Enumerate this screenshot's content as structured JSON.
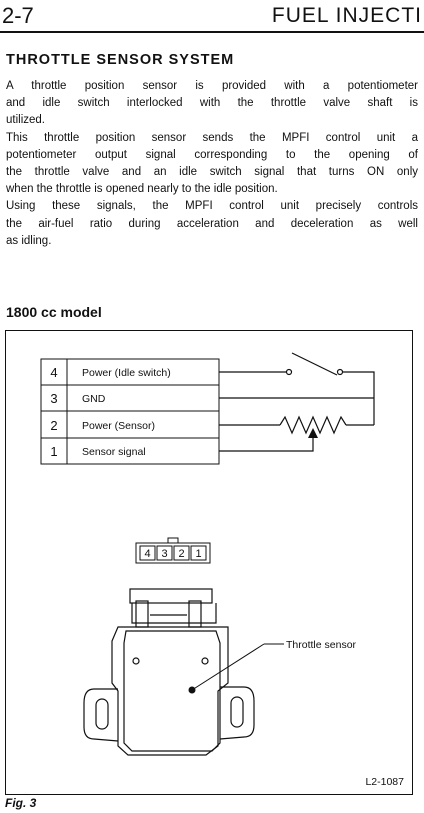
{
  "header": {
    "section_number": "2-7",
    "section_title": "FUEL INJECTI"
  },
  "section": {
    "title": "THROTTLE SENSOR SYSTEM",
    "paragraphs": [
      [
        "A throttle position sensor is provided with a potentiometer",
        "and idle switch interlocked with the throttle valve shaft is",
        "utilized."
      ],
      [
        "This throttle position sensor sends the MPFI control unit a",
        "potentiometer output signal corresponding to the opening of",
        "the throttle valve and an idle switch signal that turns ON only",
        "when the throttle is opened nearly to the idle position."
      ],
      [
        "Using these signals, the MPFI control unit precisely controls",
        "the air-fuel ratio during acceleration and deceleration as well",
        "as idling."
      ]
    ]
  },
  "figure": {
    "subheading": "1800 cc model",
    "pins": [
      {
        "number": "4",
        "label": "Power (Idle switch)"
      },
      {
        "number": "3",
        "label": "GND"
      },
      {
        "number": "2",
        "label": "Power (Sensor)"
      },
      {
        "number": "1",
        "label": "Sensor signal"
      }
    ],
    "connector_pins": [
      "4",
      "3",
      "2",
      "1"
    ],
    "callout": "Throttle sensor",
    "reference_code": "L2-1087",
    "caption": "Fig. 3"
  }
}
